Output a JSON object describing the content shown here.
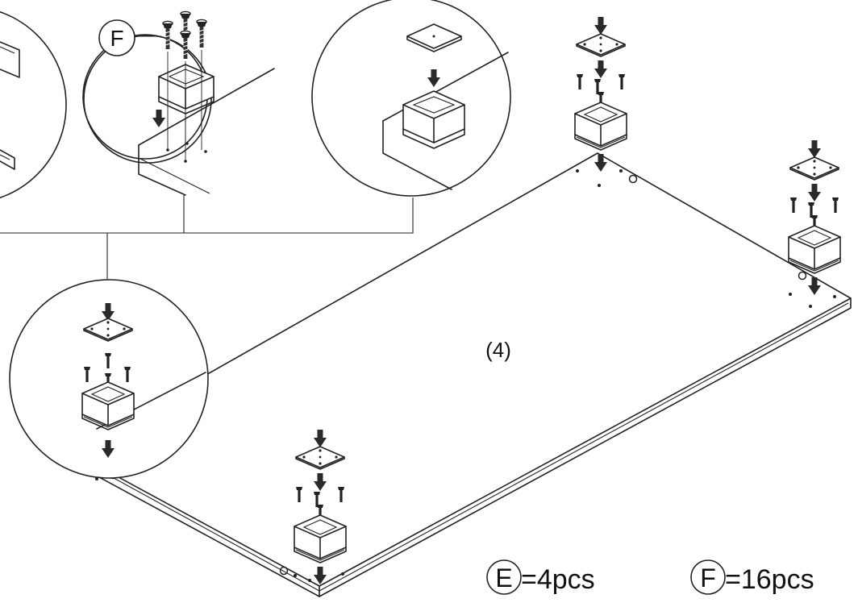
{
  "step_label": "(4)",
  "callout_letter": "F",
  "parts": [
    {
      "letter": "E",
      "qty": "=4pcs"
    },
    {
      "letter": "F",
      "qty": "=16pcs"
    }
  ],
  "colors": {
    "line": "#222222",
    "arrow": "#2a2a2a",
    "background": "#ffffff"
  }
}
